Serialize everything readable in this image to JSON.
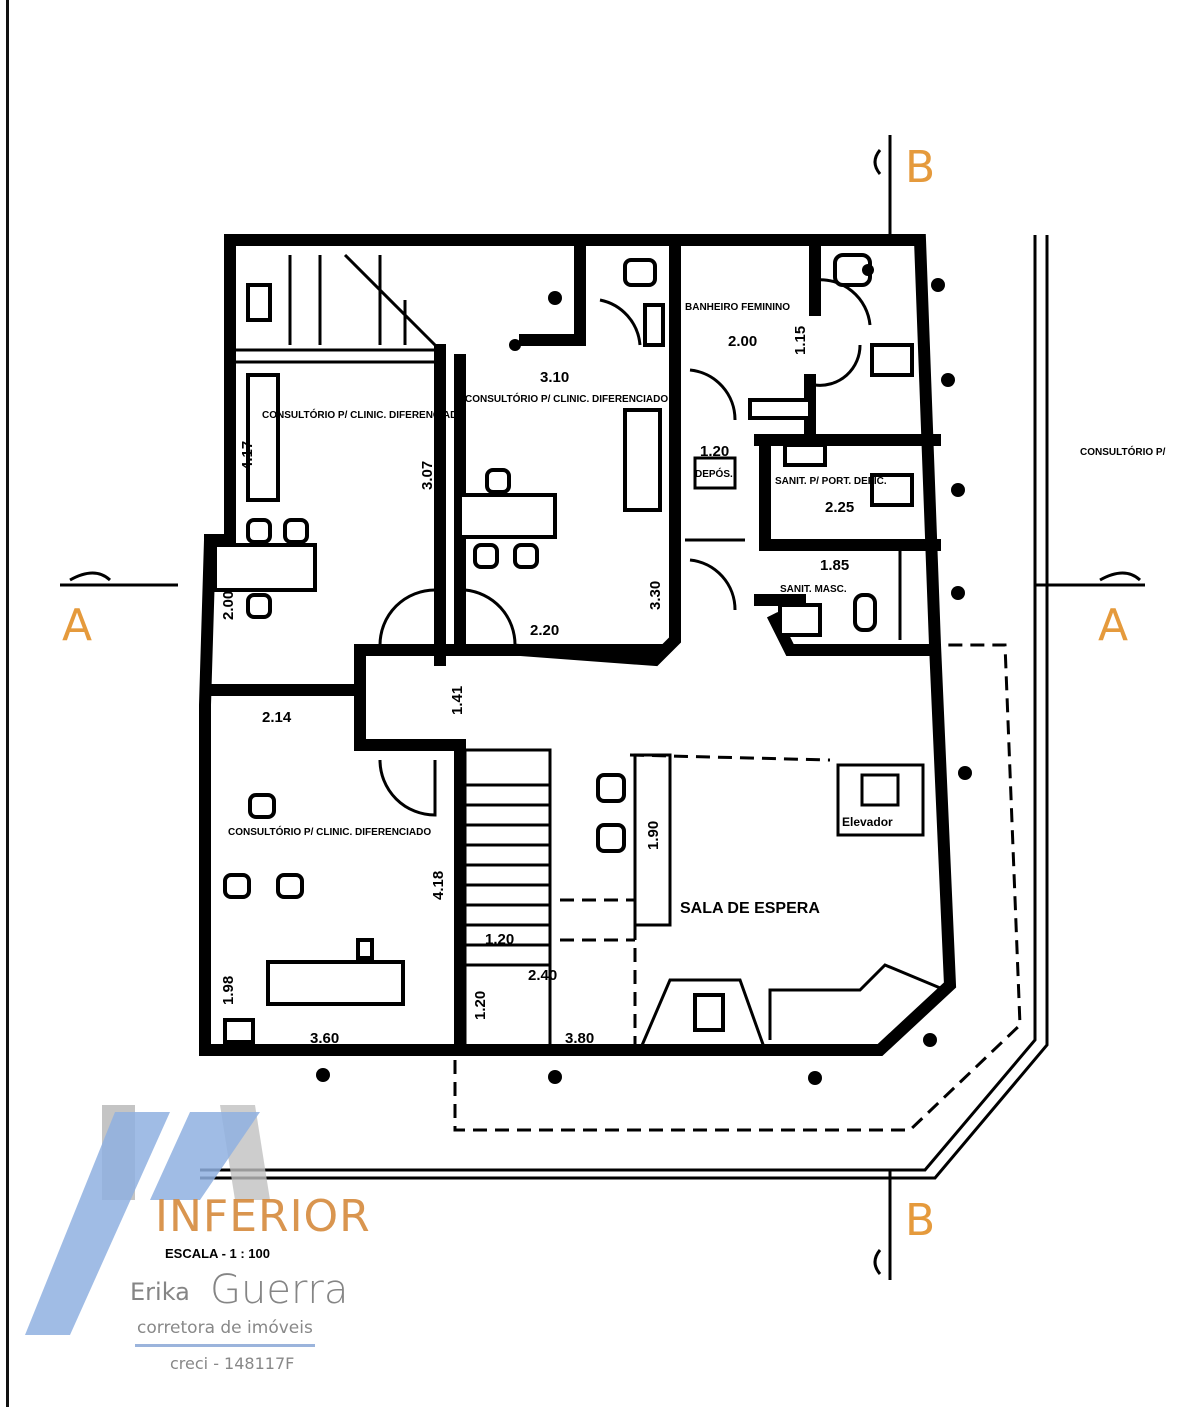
{
  "plan": {
    "title": "INFERIOR",
    "scale": "ESCALA - 1 : 100",
    "section_markers": {
      "a_left": "A",
      "a_right": "A",
      "b_top": "B",
      "b_bottom": "B"
    },
    "rooms": {
      "consult_left_top": "CONSULTÓRIO P/ CLINIC. DIFERENCIADO",
      "consult_center": "CONSULTÓRIO P/ CLINIC. DIFERENCIADO",
      "consult_left_bottom": "CONSULTÓRIO P/ CLINIC. DIFERENCIADO",
      "banheiro_feminino": "BANHEIRO FEMININO",
      "banheiro_pne": "SANIT. P/ PORT. DEFIC.",
      "banheiro_masc": "SANIT. MASC.",
      "deposito": "DEPÓS.",
      "sala_espera": "SALA DE ESPERA",
      "elevador": "Elevador",
      "right_cut": "CONSULTÓRIO P/"
    },
    "dimensions": [
      "3.10",
      "2.00",
      "1.20",
      "2.25",
      "1.85",
      "3.30",
      "2.20",
      "3.07",
      "4.18",
      "1.41",
      "2.14",
      "2.00",
      "1.20",
      "2.40",
      "3.60",
      "3.80",
      "1.20",
      "1.90",
      "1.98",
      "4.17",
      "1.15"
    ]
  },
  "logo": {
    "brand": "Erika",
    "name": "Guerra",
    "tagline": "corretora de imóveis",
    "creci": "creci - 148117F"
  }
}
